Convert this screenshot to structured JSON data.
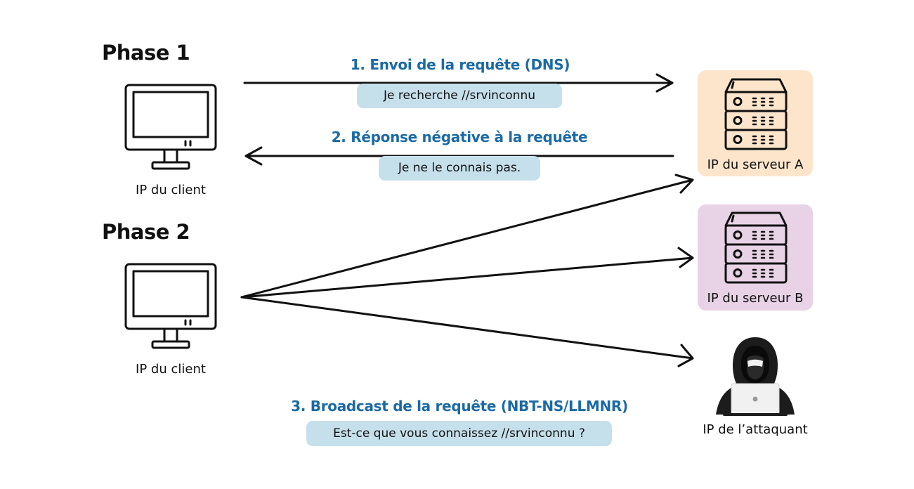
{
  "phases": {
    "phase1": "Phase 1",
    "phase2": "Phase 2"
  },
  "steps": {
    "step1_title": "1. Envoi de la requête (DNS)",
    "step1_message": "Je recherche //srvinconnu",
    "step2_title": "2. Réponse négative à la requête",
    "step2_message": "Je ne le connais pas.",
    "step3_title": "3. Broadcast de la requête (NBT-NS/LLMNR)",
    "step3_message": "Est-ce que vous connaissez //srvinconnu ?"
  },
  "nodes": {
    "client_phase1": "IP du client",
    "client_phase2": "IP du client",
    "server_a": "IP du serveur A",
    "server_b": "IP du serveur B",
    "attacker": "IP de l’attaquant"
  },
  "colors": {
    "step_title": "#1b6aa5",
    "message_pill": "#c5e0eb",
    "server_a_bg": "#fde5cc",
    "server_b_bg": "#e8d2e6",
    "arrow": "#111111"
  },
  "icons": {
    "client": "monitor-icon",
    "server": "server-rack-icon",
    "attacker": "hooded-hacker-icon"
  }
}
